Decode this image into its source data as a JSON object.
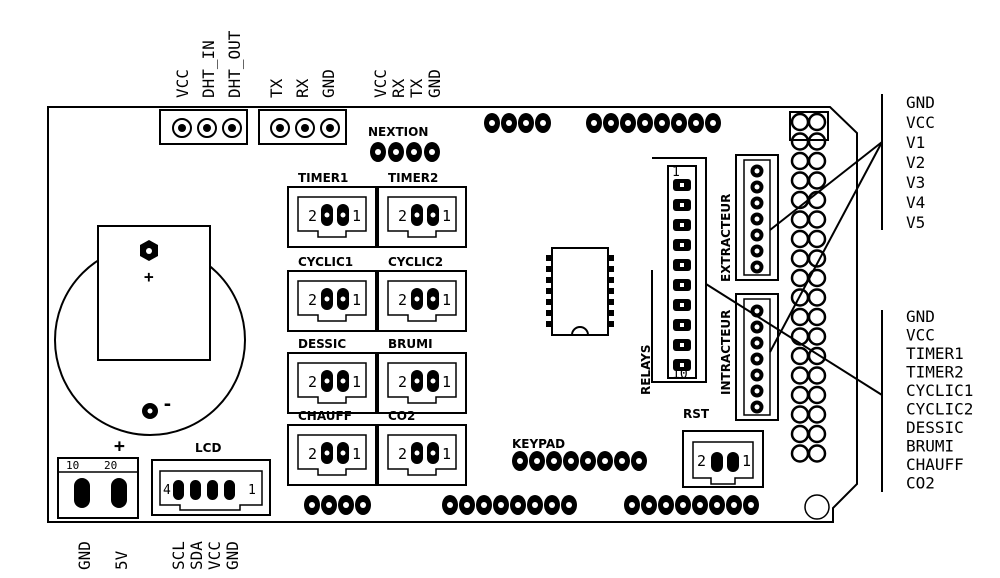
{
  "top_header_labels": {
    "vcc": "VCC",
    "dht_in": "DHT_IN",
    "dht_out": "DHT_OUT",
    "tx": "TX",
    "rx": "RX",
    "gnd": "GND",
    "nex_vcc": "VCC",
    "nex_rx": "RX",
    "nex_tx": "TX",
    "nex_gnd": "GND"
  },
  "nextion_label": "NEXTION",
  "connectors": [
    {
      "name": "TIMER1"
    },
    {
      "name": "TIMER2"
    },
    {
      "name": "CYCLIC1"
    },
    {
      "name": "CYCLIC2"
    },
    {
      "name": "DESSIC"
    },
    {
      "name": "BRUMI"
    },
    {
      "name": "CHAUFF"
    },
    {
      "name": "CO2"
    }
  ],
  "pin_labels": {
    "two": "2",
    "one": "1",
    "four": "4",
    "ten": "10",
    "ten_r": "10",
    "twenty": "20"
  },
  "relays_label": "RELAYS",
  "extracteur_label": "EXTRACTEUR",
  "intracteur_label": "INTRACTEUR",
  "keypad_label": "KEYPAD",
  "rst_label": "RST",
  "lcd_label": "LCD",
  "battery": {
    "plus": "+",
    "minus": "-"
  },
  "power_plus": "+",
  "bottom_labels": {
    "gnd": "GND",
    "five_v": "5V",
    "scl": "SCL",
    "sda": "SDA",
    "vcc": "VCC",
    "lcd_gnd": "GND"
  },
  "legend_top": [
    "GND",
    "VCC",
    "V1",
    "V2",
    "V3",
    "V4",
    "V5"
  ],
  "legend_bottom": [
    "GND",
    "VCC",
    "TIMER1",
    "TIMER2",
    "CYCLIC1",
    "CYCLIC2",
    "DESSIC",
    "BRUMI",
    "CHAUFF",
    "CO2"
  ]
}
